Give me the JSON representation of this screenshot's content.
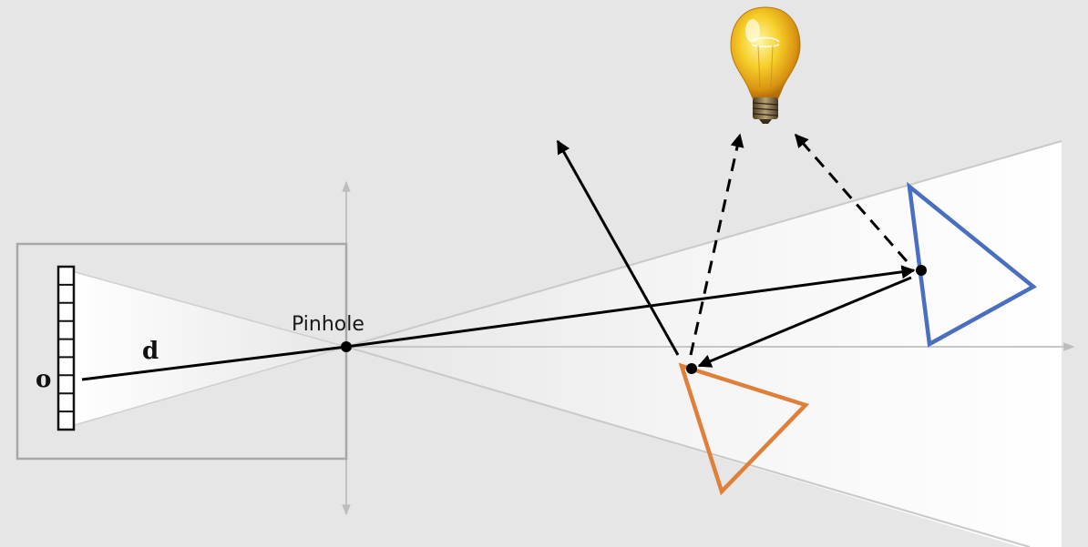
{
  "labels": {
    "pinhole": "Pinhole",
    "distance": "d",
    "origin": "o"
  },
  "icons": {
    "light_source": "light-bulb-icon"
  },
  "colors": {
    "background": "#e6e6e6",
    "near_object": "#e07f3a",
    "far_object": "#4a6fc0",
    "rays": "#000000",
    "camera_box": "#a8a8a8"
  }
}
